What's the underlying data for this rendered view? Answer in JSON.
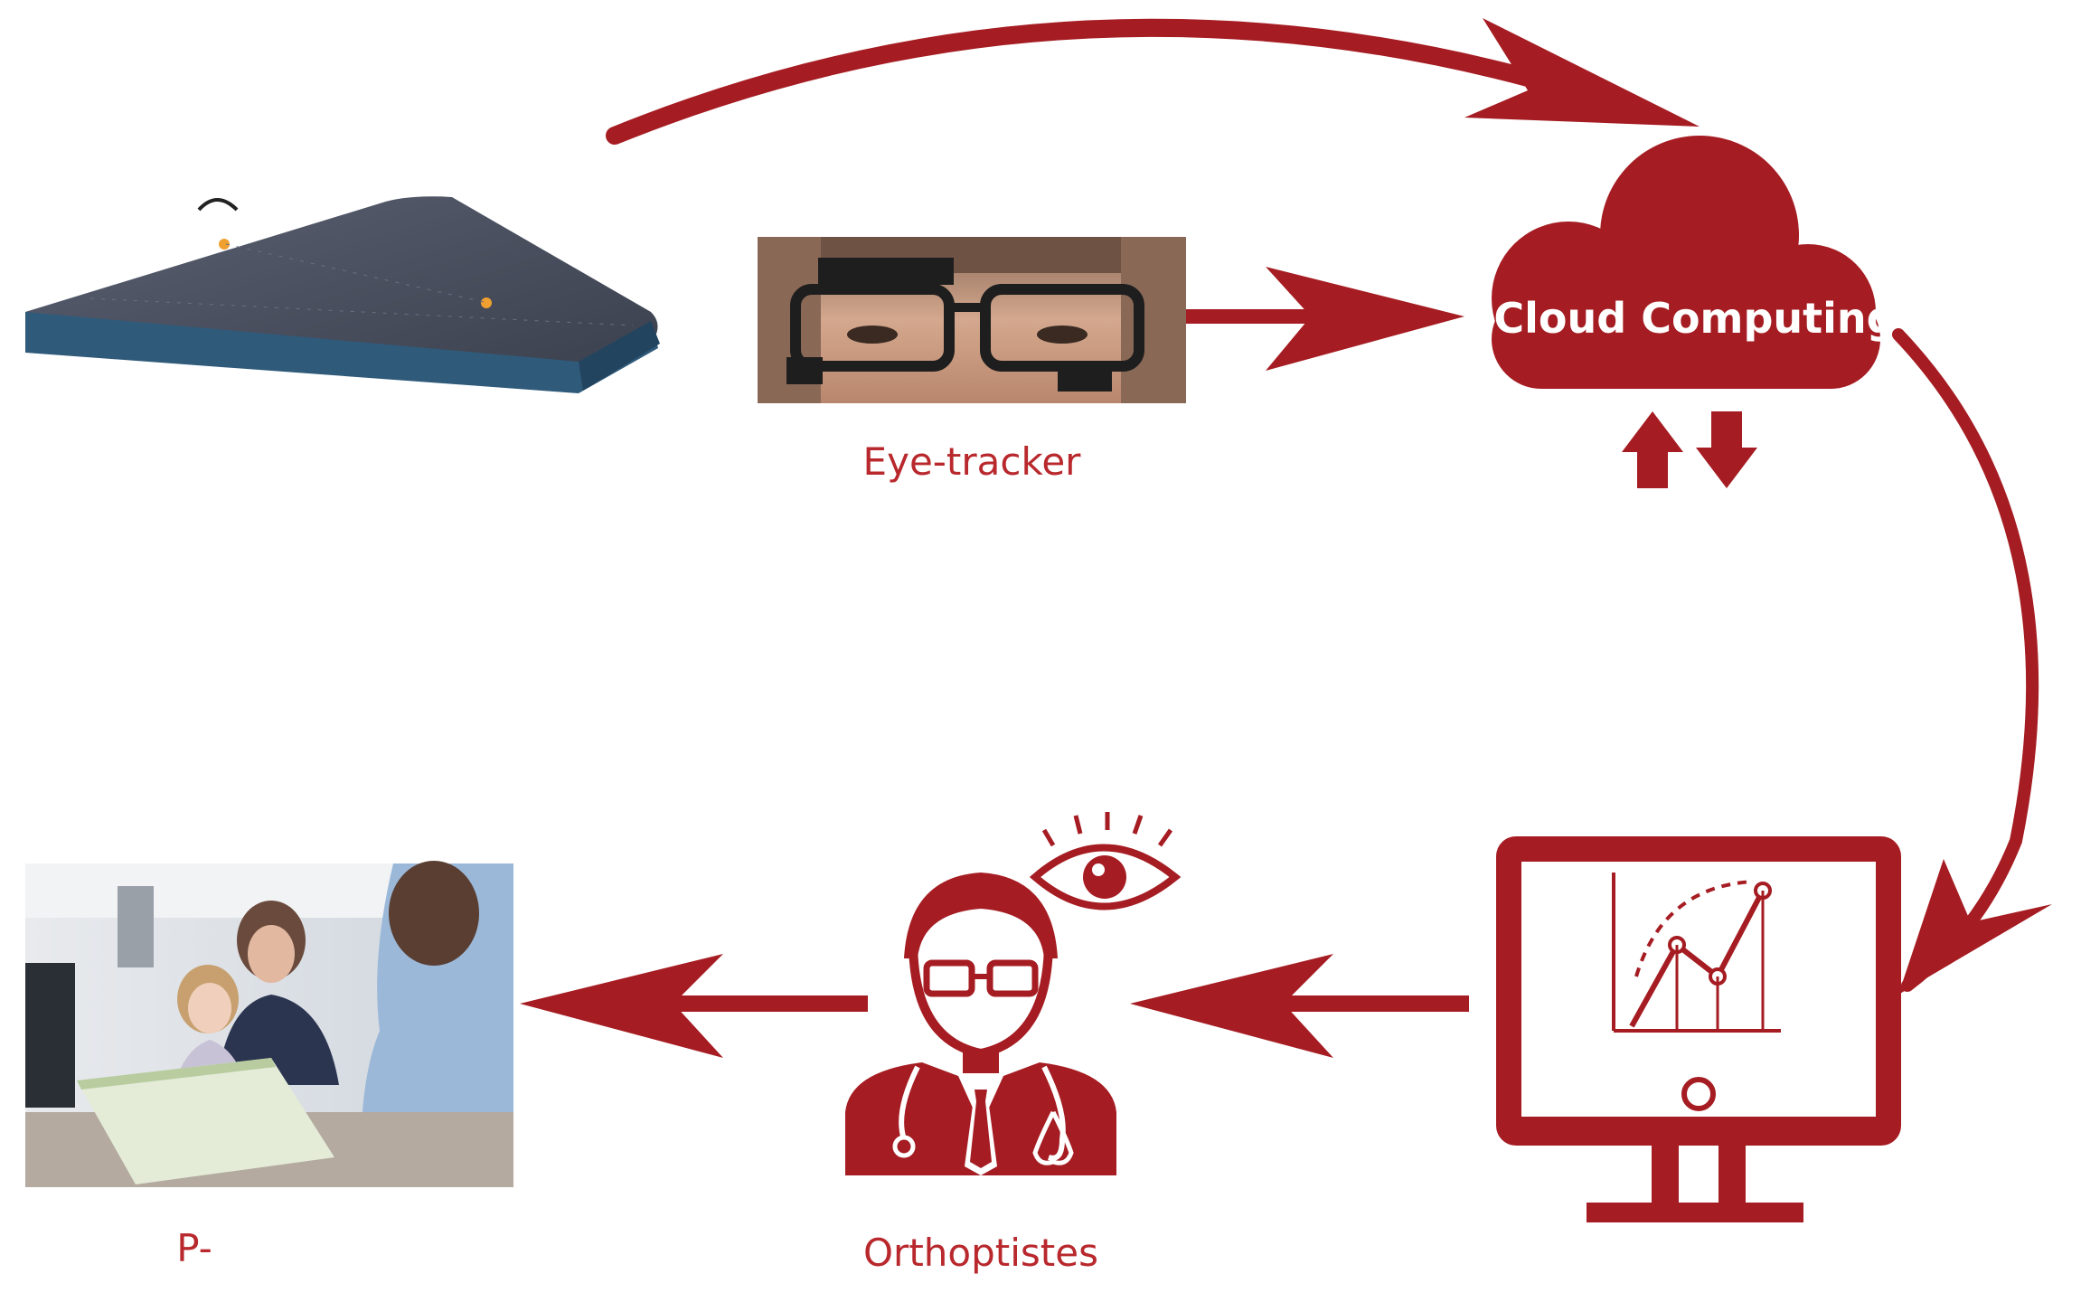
{
  "colors": {
    "accent": "#a51c22",
    "accent_light": "#c0272d",
    "label": "#b8282c",
    "board_top": "#4a5060",
    "board_side": "#2f5a7a",
    "skin": "#c89a84"
  },
  "nodes": {
    "board": {
      "icon": "tilted-tablet-device-icon"
    },
    "eye_tracker": {
      "label": "Eye-tracker",
      "icon": "eye-tracker-glasses-photo"
    },
    "cloud": {
      "label": "Cloud Computing",
      "icon": "cloud-icon"
    },
    "monitor": {
      "icon": "monitor-chart-icon"
    },
    "orthoptist": {
      "label": "Orthoptistes",
      "icon": "doctor-icon"
    },
    "consultation": {
      "label": "P-",
      "icon": "consultation-photo"
    }
  }
}
